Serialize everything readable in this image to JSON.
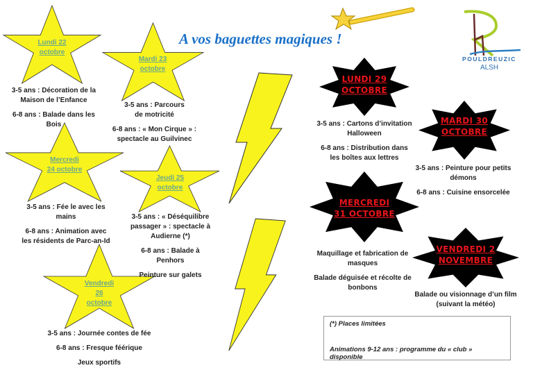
{
  "title": "A vos baguettes magiques !",
  "logo": {
    "name": "POULDREUZIC",
    "sub": "ALSH"
  },
  "week1": [
    {
      "day": [
        "Lundi 22",
        "octobre"
      ],
      "lines": [
        "3-5 ans : Décoration de la Maison de l’Enfance",
        "6-8 ans : Balade dans les Bois"
      ]
    },
    {
      "day": [
        "Mardi 23",
        "octobre"
      ],
      "lines": [
        "3-5 ans : Parcours de motricité",
        "6-8 ans : « Mon Cirque » : spectacle au Guilvinec"
      ]
    },
    {
      "day": [
        "Mercredi",
        "24 octobre"
      ],
      "lines": [
        "3-5 ans : Fée le avec les mains",
        "6-8 ans : Animation avec les résidents de Parc-an-Id"
      ]
    },
    {
      "day": [
        "Jeudi 25",
        "octobre"
      ],
      "lines": [
        "3-5 ans : « Déséquilibre passager » : spectacle à Audierne (*)",
        "6-8 ans : Balade à Penhors",
        "Peinture sur galets"
      ]
    },
    {
      "day": [
        "Vendredi",
        "26",
        "octobre"
      ],
      "lines": [
        "3-5 ans : Journée contes de fée",
        "6-8 ans : Fresque féérique",
        "Jeux sportifs"
      ]
    }
  ],
  "week2": [
    {
      "day": [
        "LUNDI 29",
        "OCTOBRE"
      ],
      "lines": [
        "3-5 ans : Cartons d’invitation Halloween",
        "6-8 ans : Distribution dans les boîtes aux lettres"
      ]
    },
    {
      "day": [
        "MARDI 30",
        "OCTOBRE"
      ],
      "lines": [
        "3-5 ans : Peinture pour petits démons",
        "6-8 ans : Cuisine ensorcelée"
      ]
    },
    {
      "day": [
        "MERCREDI",
        "31 OCTOBRE"
      ],
      "lines": [
        "Maquillage et fabrication de masques",
        "Balade déguisée et récolte de bonbons"
      ]
    },
    {
      "day": [
        "VENDREDI 2",
        "NOVEMBRE"
      ],
      "lines": [
        "Balade ou visionnage d’un film (suivant la météo)"
      ]
    }
  ],
  "note": {
    "line1": "(*) Places limitées",
    "line2": "Animations 9-12 ans : programme du « club » disponible"
  },
  "colors": {
    "star": "#f8f31c",
    "title": "#1a70c8",
    "red": "#e8141a",
    "label": "#6aa88c"
  }
}
